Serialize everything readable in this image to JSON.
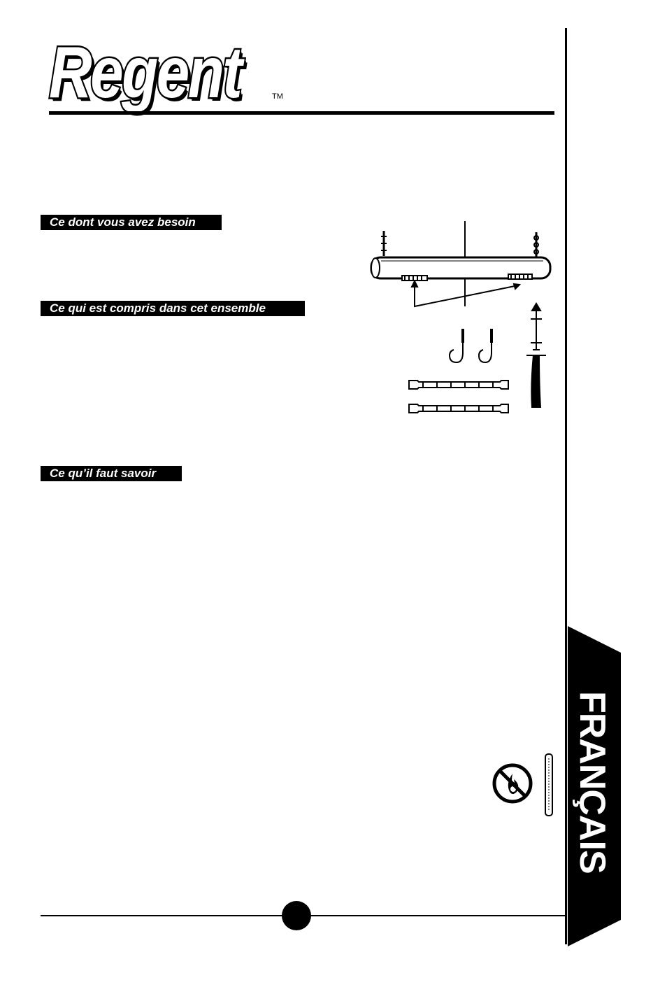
{
  "brand": {
    "name": "Regent",
    "trademark": "TM"
  },
  "sections": [
    {
      "heading": "Ce dont vous avez besoin"
    },
    {
      "heading": "Ce qui est compris dans cet ensemble"
    },
    {
      "heading": "Ce qu’il faut savoir"
    }
  ],
  "side_tab": {
    "label": "FRANÇAIS"
  },
  "icons": {
    "no_flame": "no-flame-icon",
    "heater": "heater-illustration",
    "hooks": "screw-hook-icon",
    "elements": "heating-element-icon",
    "chain": "hanging-chain-icon"
  },
  "colors": {
    "ink": "#000000",
    "paper": "#ffffff"
  }
}
